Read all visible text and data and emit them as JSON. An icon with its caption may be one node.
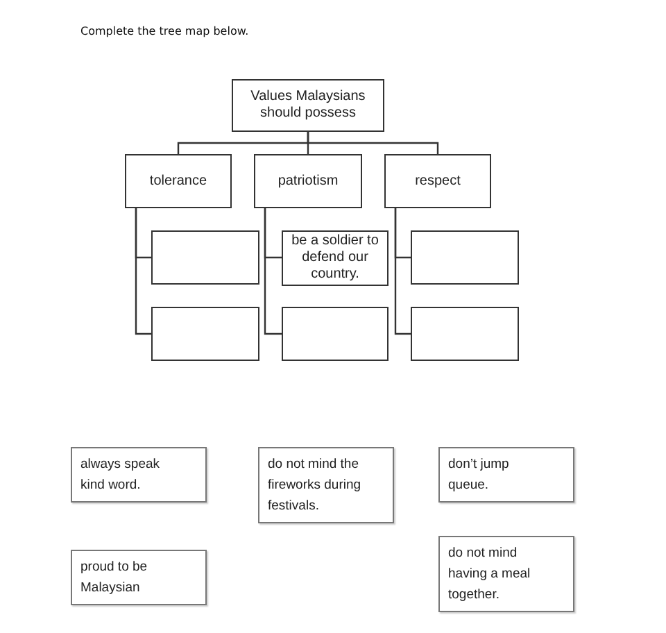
{
  "diagram": {
    "title": "Complete the tree map below.",
    "nodes": [
      {
        "text": [
          "Values Malaysians should possess"
        ]
      },
      {
        "text": [
          "tolerance"
        ]
      },
      {
        "text": [
          "patriotism"
        ]
      },
      {
        "text": [
          "respect"
        ]
      },
      {
        "text": [],
        "shape": "box"
      },
      {
        "text": [],
        "shape": "box"
      },
      {
        "text": [
          "be a soldier to defend our country."
        ]
      },
      {
        "text": [],
        "shape": "box"
      },
      {
        "text": [],
        "shape": "box"
      },
      {
        "text": [],
        "shape": "box"
      },
      {
        "text": [
          "always speak kind word."
        ]
      },
      {
        "text": [
          "do not mind the fireworks during festivals."
        ]
      },
      {
        "text": [
          "don’t jump queue."
        ]
      },
      {
        "text": [
          "proud to be Malaysian"
        ]
      },
      {
        "text": [
          "do not mind having a meal together."
        ]
      }
    ],
    "edges": [
      {
        "from": 0,
        "to": 1,
        "arrow": "none"
      },
      {
        "from": 0,
        "to": 2,
        "arrow": "none"
      },
      {
        "from": 0,
        "to": 3,
        "arrow": "none"
      },
      {
        "from": 1,
        "to": 4,
        "arrow": "none"
      },
      {
        "from": 1,
        "to": 5,
        "arrow": "none"
      },
      {
        "from": 2,
        "to": 6,
        "arrow": "none"
      },
      {
        "from": 2,
        "to": 7,
        "arrow": "none"
      },
      {
        "from": 3,
        "to": 8,
        "arrow": "none"
      },
      {
        "from": 3,
        "to": 9,
        "arrow": "none"
      }
    ]
  }
}
